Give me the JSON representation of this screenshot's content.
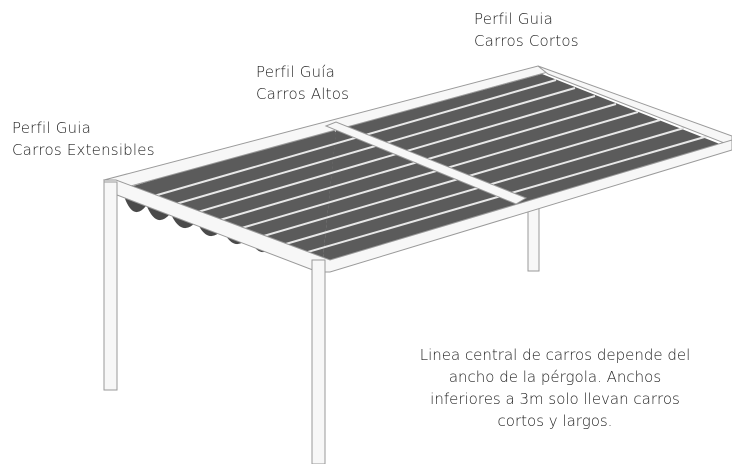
{
  "labels": {
    "extensibles": {
      "line1": "Perfil Guia",
      "line2": "Carros Extensibles"
    },
    "altos": {
      "line1": "Perfil Guía",
      "line2": "Carros Altos"
    },
    "cortos": {
      "line1": "Perfil Guia",
      "line2": "Carros Cortos"
    }
  },
  "note": {
    "line1": "Linea central de carros depende del",
    "line2": "ancho de la pérgola. Anchos",
    "line3": "inferiores a 3m solo llevan carros",
    "line4": "cortos y largos."
  },
  "colors": {
    "frame_fill": "#f7f7f7",
    "frame_stroke": "#9a9a9a",
    "fabric": "#5b5b5b",
    "fabric_dark": "#4a4a4a",
    "fabric_line": "#e8e8e8"
  }
}
